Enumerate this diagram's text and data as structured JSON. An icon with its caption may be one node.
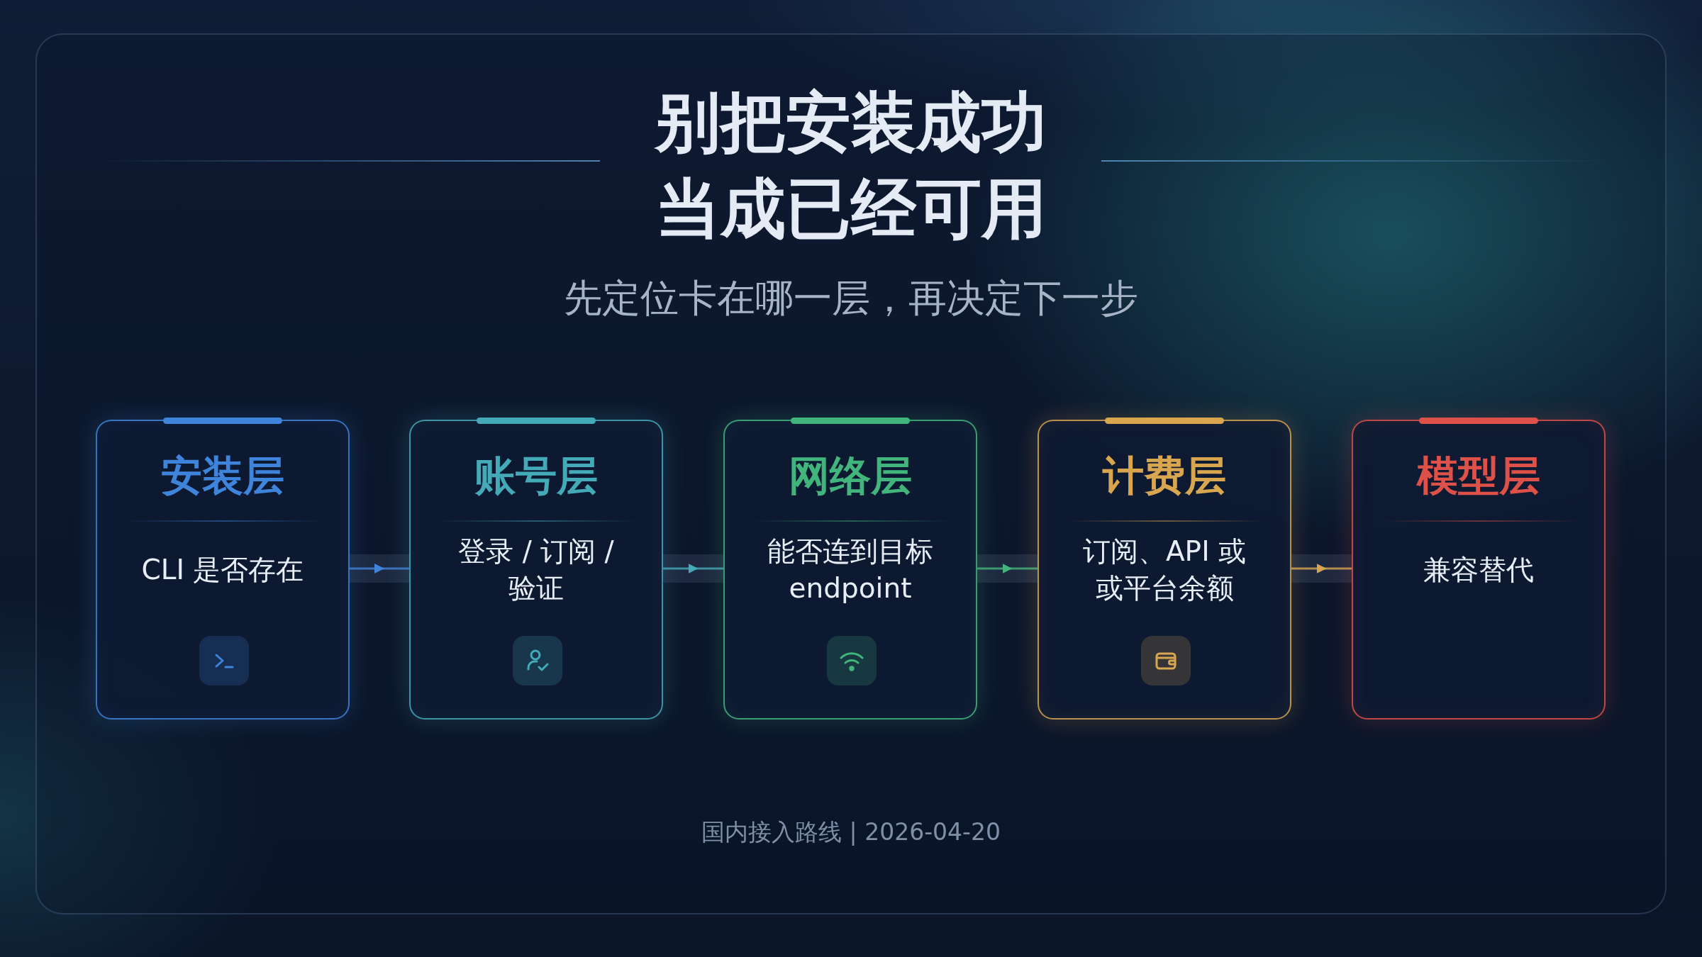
{
  "diagram": {
    "title": "别把安装成功当成已经可用",
    "caption": "国内接入路线 | 2026-04-20",
    "nodes": [
      {
        "text": [
          "安装层",
          "CLI 是否存在"
        ]
      },
      {
        "text": [
          "账号层",
          "登录 / 订阅 / 验证"
        ]
      },
      {
        "text": [
          "网络层",
          "能否连到目标 endpoint"
        ]
      },
      {
        "text": [
          "计费层",
          "订阅、API 或或平台余额"
        ]
      },
      {
        "text": [
          "模型层",
          "兼容替代"
        ]
      }
    ],
    "edges": [
      {
        "from": 0,
        "to": 1,
        "arrow": "to",
        "color": "#3f84db"
      },
      {
        "from": 1,
        "to": 2,
        "arrow": "to",
        "color": "#45aab8"
      },
      {
        "from": 2,
        "to": 3,
        "arrow": "to",
        "color": "#41b57c"
      },
      {
        "from": 3,
        "to": 4,
        "arrow": "to",
        "color": "#d9a650"
      }
    ],
    "labels": [
      "先定位卡在哪一层，再决定下一步"
    ]
  }
}
